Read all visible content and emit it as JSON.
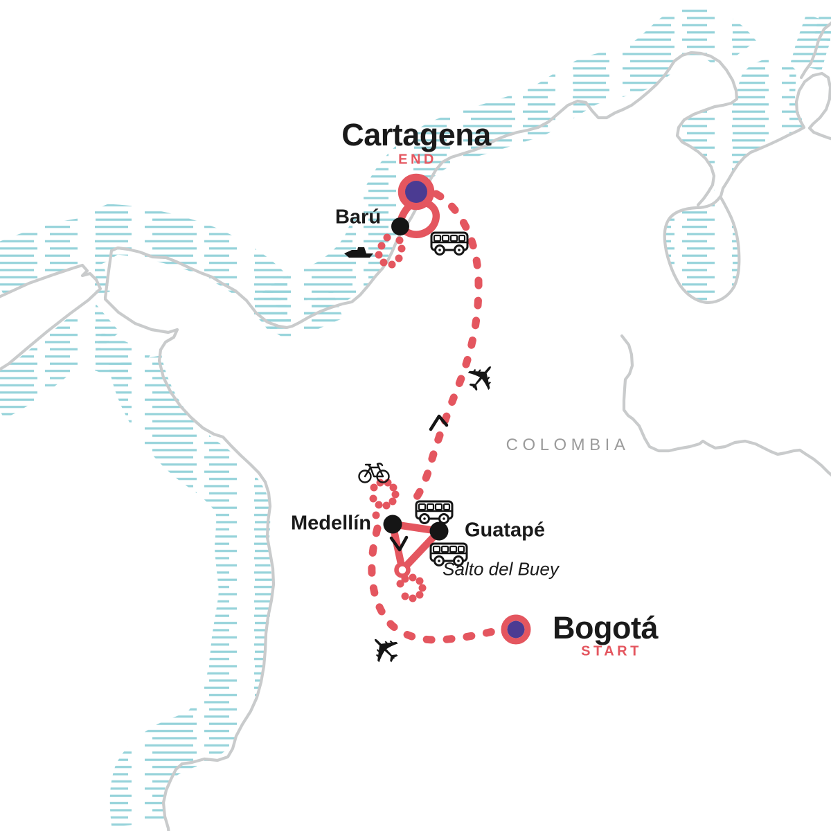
{
  "map": {
    "country_label": "COLOMBIA",
    "cities": {
      "cartagena": {
        "name": "Cartagena",
        "tag": "END"
      },
      "baru": {
        "name": "Barú"
      },
      "medellin": {
        "name": "Medellín"
      },
      "guatape": {
        "name": "Guatapé"
      },
      "salto_del_buey": {
        "name": "Salto del Buey"
      },
      "bogota": {
        "name": "Bogotá",
        "tag": "START"
      }
    },
    "icons": {
      "plane_glyph": "✈",
      "transport_modes": [
        "plane",
        "bus",
        "boat",
        "bicycle"
      ]
    },
    "colors": {
      "route_red": "#E4565F",
      "marker_purple": "#4B3B92",
      "water_teal": "#96D3DA",
      "coast_gray": "#C9CBCC",
      "country_gray": "#9B9B9B",
      "label_black": "#1A1A1A"
    }
  }
}
